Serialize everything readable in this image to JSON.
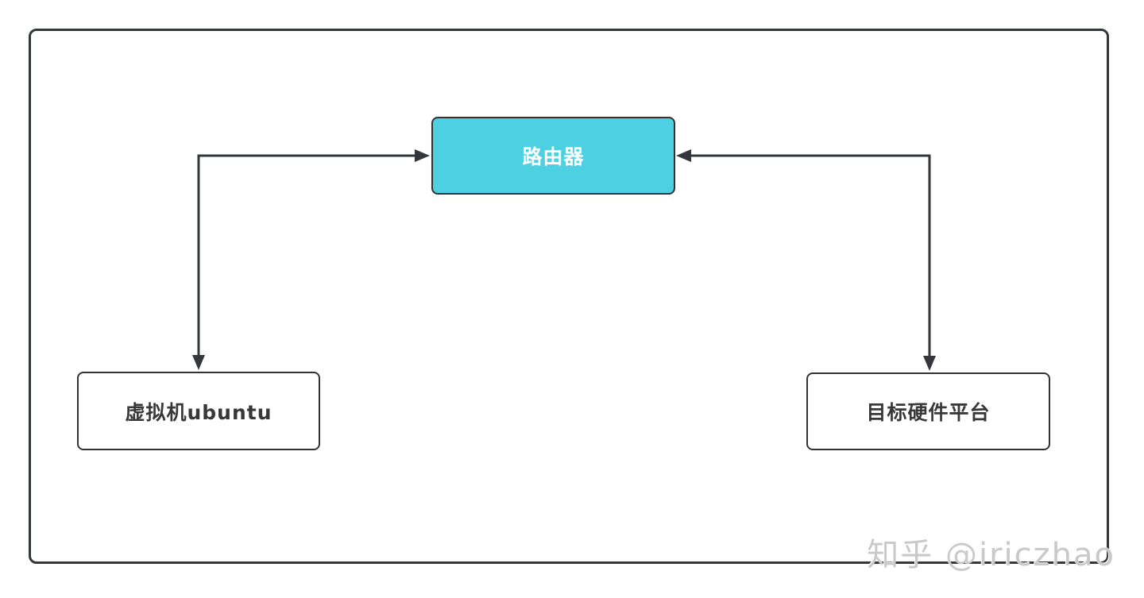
{
  "diagram": {
    "nodes": {
      "router": {
        "label": "路由器",
        "fill": "#4dd0e1",
        "text_color": "#ffffff"
      },
      "vm": {
        "label": "虚拟机ubuntu",
        "fill": "#ffffff",
        "text_color": "#383838"
      },
      "target": {
        "label": "目标硬件平台",
        "fill": "#ffffff",
        "text_color": "#383838"
      }
    },
    "edges": [
      {
        "from": "vm",
        "to": "router",
        "bidirectional": true,
        "style": "orthogonal"
      },
      {
        "from": "target",
        "to": "router",
        "bidirectional": true,
        "style": "orthogonal"
      }
    ],
    "colors": {
      "line": "#33363b",
      "frame_border": "#34373c",
      "background": "#ffffff"
    }
  },
  "watermark": {
    "text": "知乎 @iriczhao",
    "color": "#c9c9c9"
  }
}
